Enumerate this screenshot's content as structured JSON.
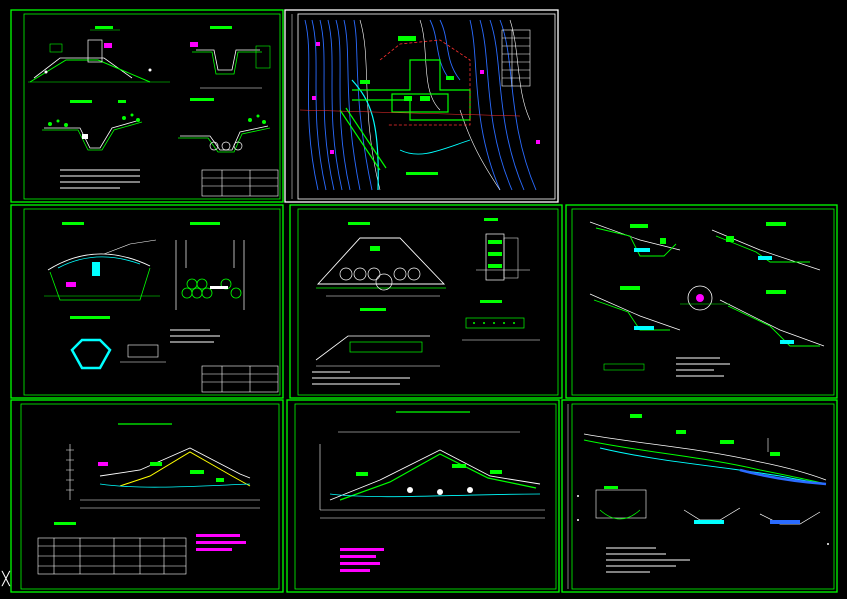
{
  "viewport": {
    "background": "#000000",
    "frame_color": "#00ff00",
    "accent_colors": [
      "#00ff00",
      "#00ffff",
      "#ff00ff",
      "#ffffff",
      "#ffff00",
      "#2a6bff"
    ]
  },
  "sheets": [
    {
      "id": "s1",
      "kind": "cross-sections",
      "labels": [
        "",
        "",
        "",
        ""
      ]
    },
    {
      "id": "s2",
      "kind": "site-plan-topography",
      "labels": [
        ""
      ]
    },
    {
      "id": "s3",
      "kind": "pipe-details",
      "labels": [
        "",
        ""
      ]
    },
    {
      "id": "s4",
      "kind": "embankment-section",
      "labels": [
        ""
      ]
    },
    {
      "id": "s5",
      "kind": "slope-profiles",
      "labels": [
        "",
        "",
        "",
        ""
      ]
    },
    {
      "id": "s6",
      "kind": "longitudinal-profile",
      "labels": [
        ""
      ]
    },
    {
      "id": "s7",
      "kind": "longitudinal-profile",
      "labels": [
        ""
      ]
    },
    {
      "id": "s8",
      "kind": "river-profile",
      "labels": [
        ""
      ]
    }
  ],
  "cursor": {
    "icon": "crosshair-icon",
    "glyph": "╳"
  }
}
